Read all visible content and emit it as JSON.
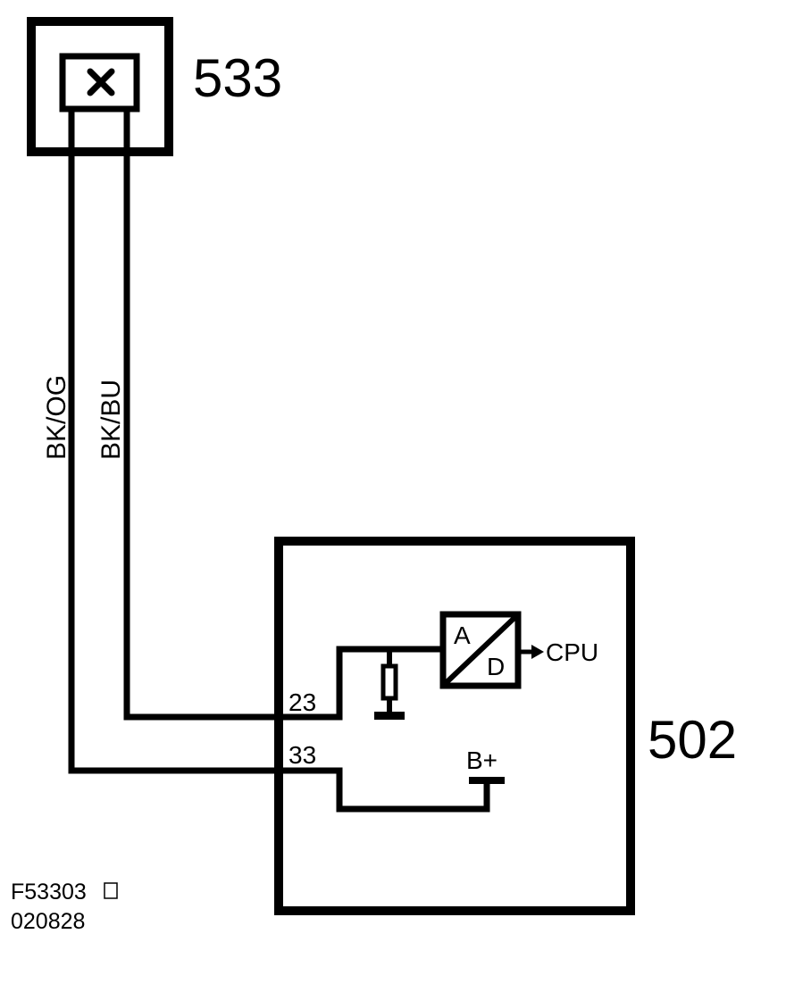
{
  "components": {
    "sensor": {
      "id": "533"
    },
    "ecu": {
      "id": "502"
    }
  },
  "wires": {
    "left": {
      "color": "BK/OG"
    },
    "right": {
      "color": "BK/BU"
    }
  },
  "pins": {
    "upper": "23",
    "lower": "33"
  },
  "converter": {
    "in_label": "A",
    "out_label": "D",
    "output": "CPU"
  },
  "supply": {
    "label": "B+"
  },
  "figure": {
    "code": "F53303",
    "date": "020828"
  },
  "colors": {
    "line": "#000000",
    "background": "#ffffff"
  }
}
